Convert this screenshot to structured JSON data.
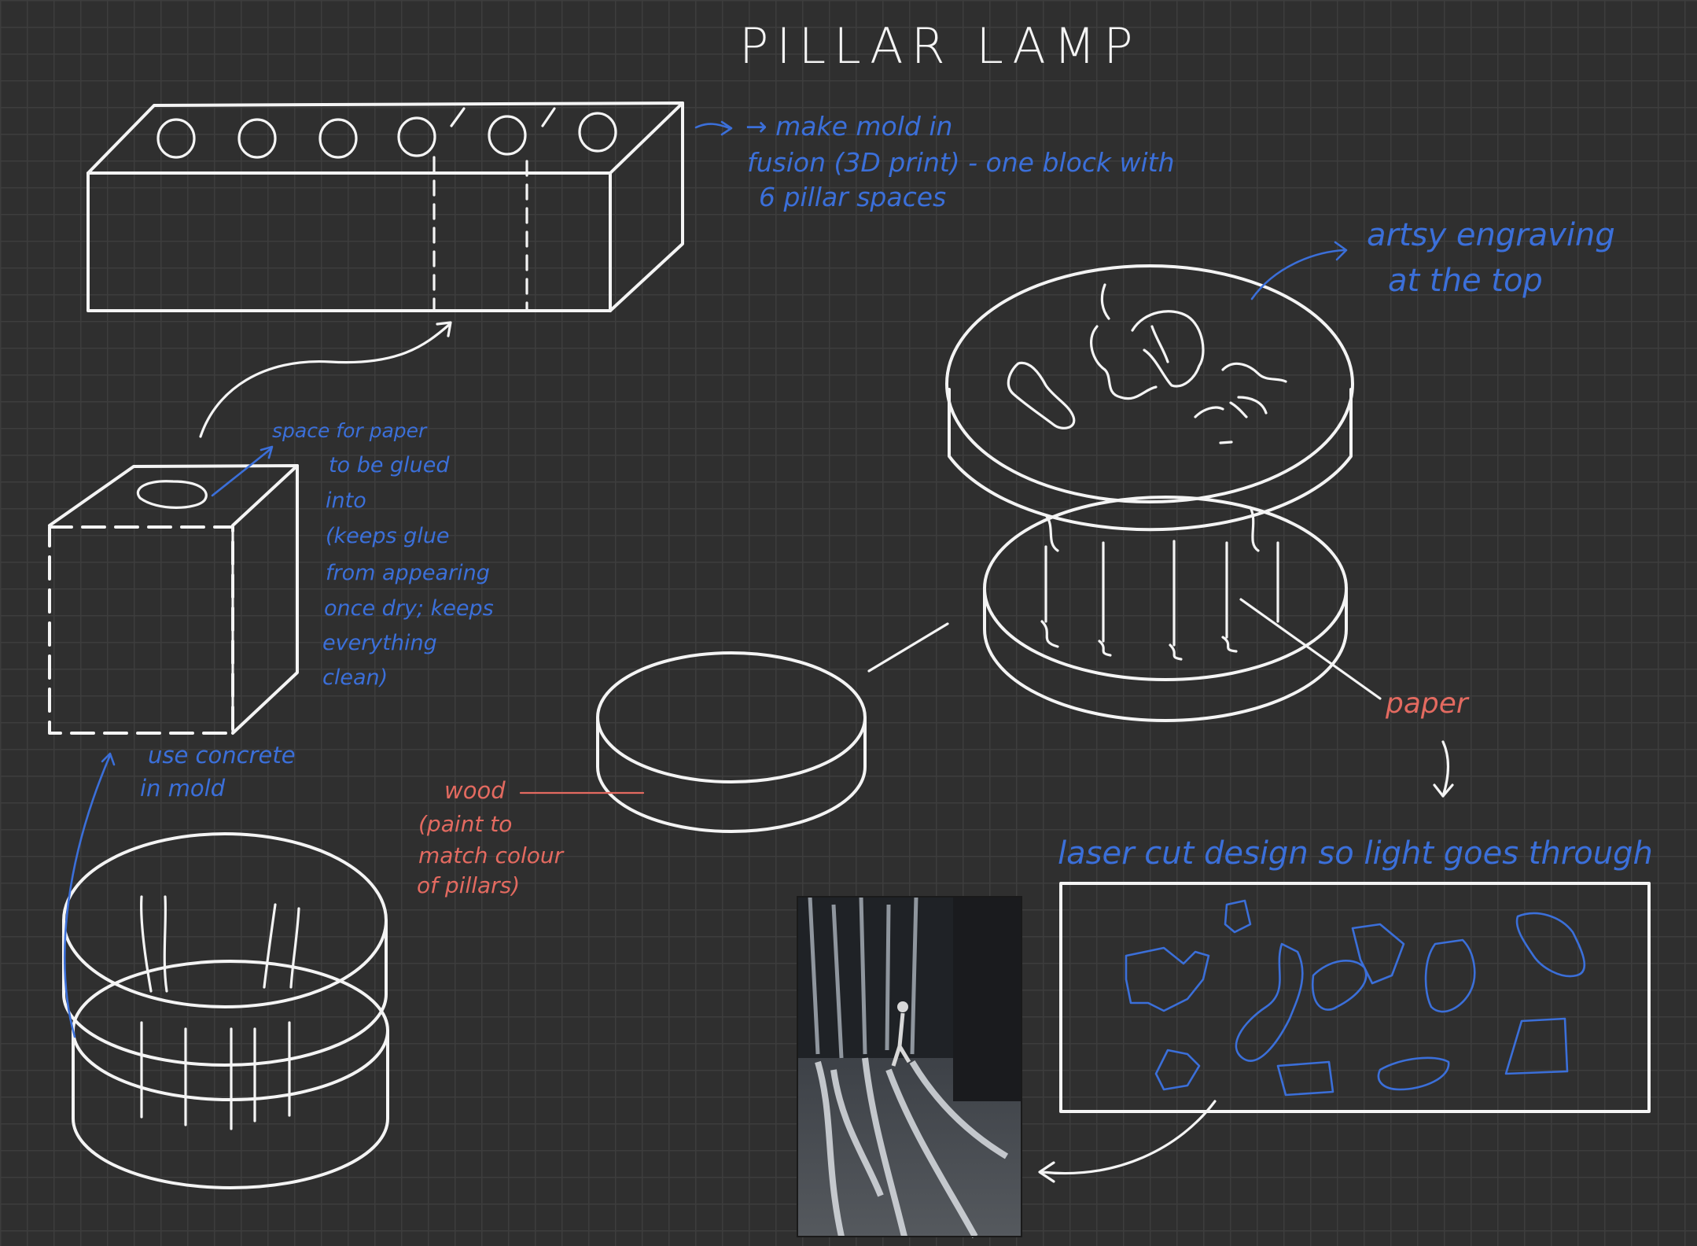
{
  "title": "PILLAR LAMP",
  "colors": {
    "background": "#2f2f2f",
    "grid": "#3d3d3d",
    "chalk": "#f4f4f4",
    "blue_note": "#3b6fd9",
    "red_note": "#e36a60"
  },
  "notes": {
    "mold_block": [
      "→ make mold in",
      "fusion (3D print) - one block with",
      "6 pillar spaces"
    ],
    "engraving": [
      "artsy engraving",
      "at the top"
    ],
    "paper_space": [
      "space for paper",
      "to be glued",
      "into",
      "(keeps glue",
      "from appearing",
      "once dry; keeps",
      "everything",
      "clean)"
    ],
    "concrete": [
      "use concrete",
      "in mold"
    ],
    "wood": [
      "wood",
      "(paint to",
      "match colour",
      "of pillars)"
    ],
    "paper": "paper",
    "laser_cut": "laser cut design so light goes through"
  },
  "reference_photo": {
    "subject": "light shining through cut-out pattern onto floor"
  }
}
